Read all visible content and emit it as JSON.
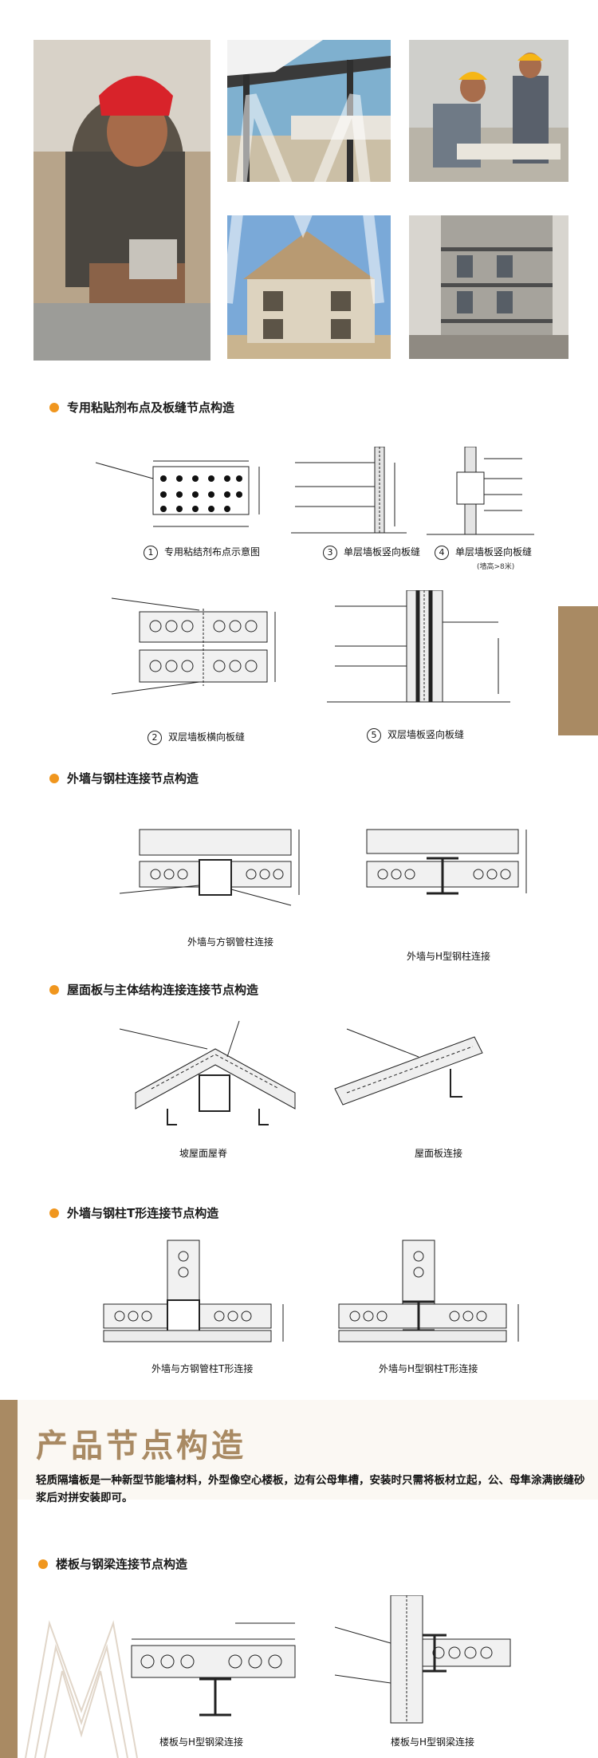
{
  "colors": {
    "accent": "#f0961e",
    "brand": "#a98a63"
  },
  "sections": {
    "s1": "专用粘贴剂布点及板缝节点构造",
    "s2": "外墙与钢柱连接节点构造",
    "s3": "屋面板与主体结构连接连接节点构造",
    "s4": "外墙与钢柱T形连接节点构造",
    "s5": "楼板与钢梁连接节点构造"
  },
  "captions": {
    "c1": {
      "num": "1",
      "text": "专用粘结剂布点示意图"
    },
    "c2": {
      "num": "2",
      "text": "双层墙板横向板缝"
    },
    "c3": {
      "num": "3",
      "text": "单层墙板竖向板缝"
    },
    "c4": {
      "num": "4",
      "text": "单层墙板竖向板缝"
    },
    "c4sub": "(墙高>8米)",
    "c5": {
      "num": "5",
      "text": "双层墙板竖向板缝"
    },
    "c6": "外墙与方钢管柱连接",
    "c7": "外墙与H型钢柱连接",
    "c8": "坡屋面屋脊",
    "c9": "屋面板连接",
    "c10": "外墙与方钢管柱T形连接",
    "c11": "外墙与H型钢柱T形连接",
    "c12": "楼板与H型钢梁连接",
    "c13": "楼板与H型钢梁连接"
  },
  "product": {
    "title": "产品节点构造",
    "intro": "轻质隔墙板是一种新型节能墙材料，外型像空心楼板，边有公母隼槽，安装时只需将板材立起，公、母隼涂满嵌缝砂浆后对拼安装即可。"
  },
  "icons": {
    "bullet": "orange-dot-icon"
  }
}
